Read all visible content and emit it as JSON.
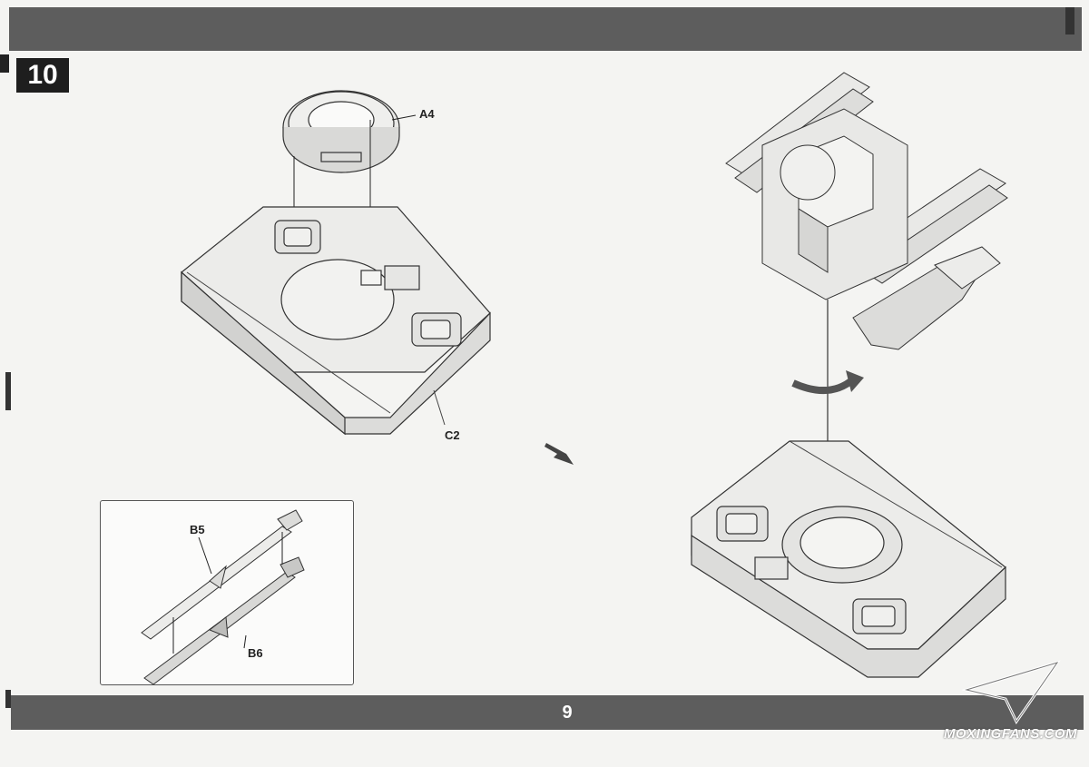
{
  "step": {
    "number": "10"
  },
  "page": {
    "number": "9"
  },
  "parts": {
    "a4": "A4",
    "c2": "C2",
    "b5": "B5",
    "b6": "B6"
  },
  "watermark": {
    "text": "MOXINGFANS.COM"
  }
}
